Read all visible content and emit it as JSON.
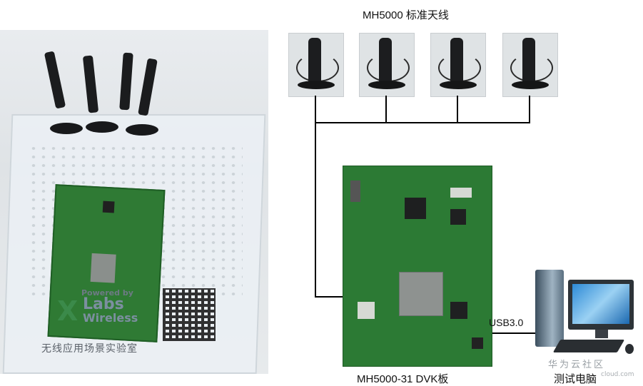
{
  "diagram": {
    "title": "MH5000 标准天线",
    "board_label": "MH5000-31 DVK板",
    "link_label": "USB3.0",
    "pc_label": "测试电脑",
    "antennas": [
      "antenna-1",
      "antenna-2",
      "antenna-3",
      "antenna-4"
    ]
  },
  "photo": {
    "caption": "无线应用场景实验室",
    "logo": {
      "powered": "Powered by",
      "labs": "Labs",
      "wireless": "Wireless"
    }
  },
  "watermark": {
    "text": "华为云社区",
    "url": "cloud.com"
  }
}
